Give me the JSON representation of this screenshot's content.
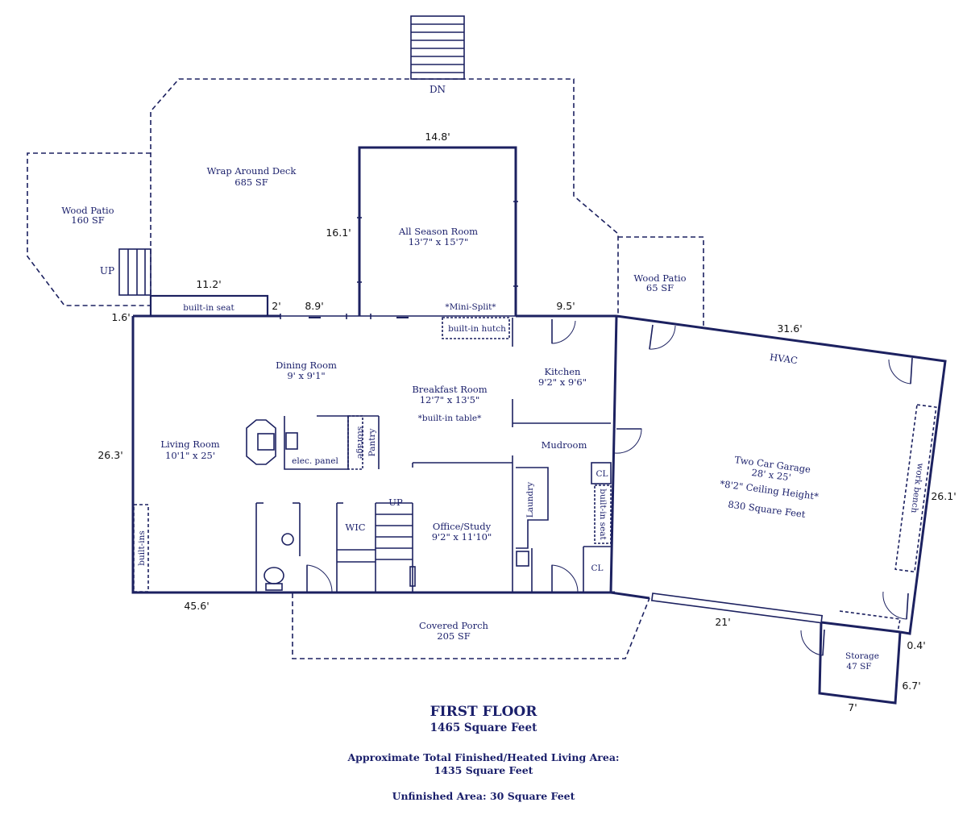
{
  "floor": {
    "title": "FIRST FLOOR",
    "square_feet": "1465 Square Feet",
    "approx_label": "Approximate Total Finished/Heated Living Area:",
    "approx_value": "1435 Square Feet",
    "unfinished": "Unfinished Area:  30 Square Feet"
  },
  "labels": {
    "dn": "DN",
    "up_patio": "UP",
    "up_stairs": "UP",
    "wood_patio_left": "Wood Patio",
    "wood_patio_left_sf": "160 SF",
    "deck": "Wrap Around Deck",
    "deck_sf": "685 SF",
    "all_season": "All Season Room",
    "all_season_dim": "13'7\" x 15'7\"",
    "wood_patio_right": "Wood Patio",
    "wood_patio_right_sf": "65 SF",
    "builtin_seat": "built-in seat",
    "mini_split": "*Mini-Split*",
    "builtin_hutch": "built-in hutch",
    "dining": "Dining Room",
    "dining_dim": "9' x 9'1\"",
    "breakfast": "Breakfast Room",
    "breakfast_dim": "12'7\" x 13'5\"",
    "builtin_table": "*built-in table*",
    "kitchen": "Kitchen",
    "kitchen_dim": "9'2\" x 9'6\"",
    "mudroom": "Mudroom",
    "living": "Living Room",
    "living_dim": "10'1\" x 25'",
    "elec_panel": "elec. panel",
    "storage": "storage",
    "pantry": "Pantry",
    "builtins": "built-ins",
    "wic": "WIC",
    "office": "Office/Study",
    "office_dim": "9'2\" x 11'10\"",
    "laundry": "Laundry",
    "cl1": "CL",
    "cl2": "CL",
    "builtin_seat2": "built-in seat",
    "hvac": "HVAC",
    "garage": "Two Car Garage",
    "garage_dim": "28' x 25'",
    "garage_ceiling": "*8'2\" Ceiling Height*",
    "garage_sf": "830 Square Feet",
    "work_bench": "work bench",
    "porch": "Covered Porch",
    "porch_sf": "205 SF",
    "storage_room": "Storage",
    "storage_room_sf": "47 SF"
  },
  "dimensions": {
    "d_14_8": "14.8'",
    "d_16_1": "16.1'",
    "d_11_2": "11.2'",
    "d_2": "2'",
    "d_8_9": "8.9'",
    "d_9_5": "9.5'",
    "d_1_6": "1.6'",
    "d_26_3": "26.3'",
    "d_45_6": "45.6'",
    "d_31_6": "31.6'",
    "d_26_1": "26.1'",
    "d_21": "21'",
    "d_0_4": "0.4'",
    "d_6_7": "6.7'",
    "d_7": "7'"
  },
  "colors": {
    "line": "#1c2160",
    "text": "#1a1f6b"
  }
}
